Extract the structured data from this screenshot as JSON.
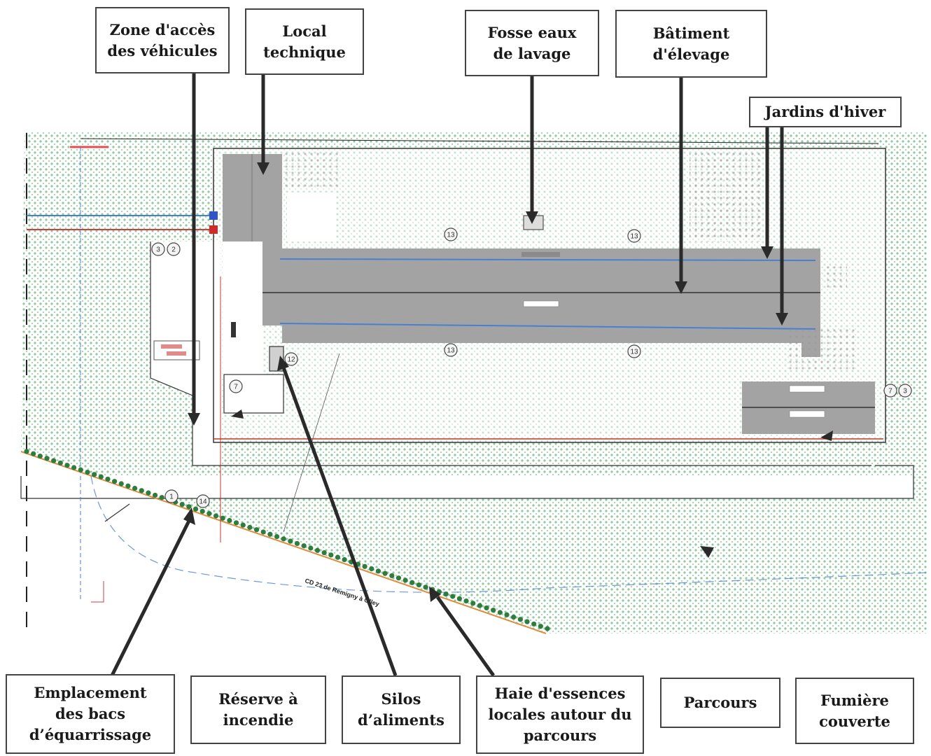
{
  "labels": {
    "zone_acces": "Zone d'accès\ndes véhicules",
    "local_technique": "Local\ntechnique",
    "fosse_eaux": "Fosse eaux\nde lavage",
    "batiment": "Bâtiment\nd'élevage",
    "jardins": "Jardins d'hiver",
    "emplacement": "Emplacement\ndes bacs\nd’équarrissage",
    "reserve": "Réserve à\nincendie",
    "silos": "Silos\nd’aliments",
    "haie": "Haie d'essences\nlocales autour du\nparcours",
    "parcours": "Parcours",
    "fumiere": "Fumière\ncouverte"
  },
  "plan": {
    "road_label": "CD 23 de Remigny à Olley",
    "markers": [
      "3",
      "2",
      "7",
      "13",
      "13",
      "13",
      "13",
      "12",
      "1",
      "14",
      "7",
      "3"
    ],
    "colors": {
      "dots": "#8fc89f",
      "building": "#a3a3a3",
      "hedge": "#2e7d3e",
      "blue_line": "#4a7fd0",
      "red_line": "#c0392b",
      "arrow": "#2a2a2a"
    }
  }
}
